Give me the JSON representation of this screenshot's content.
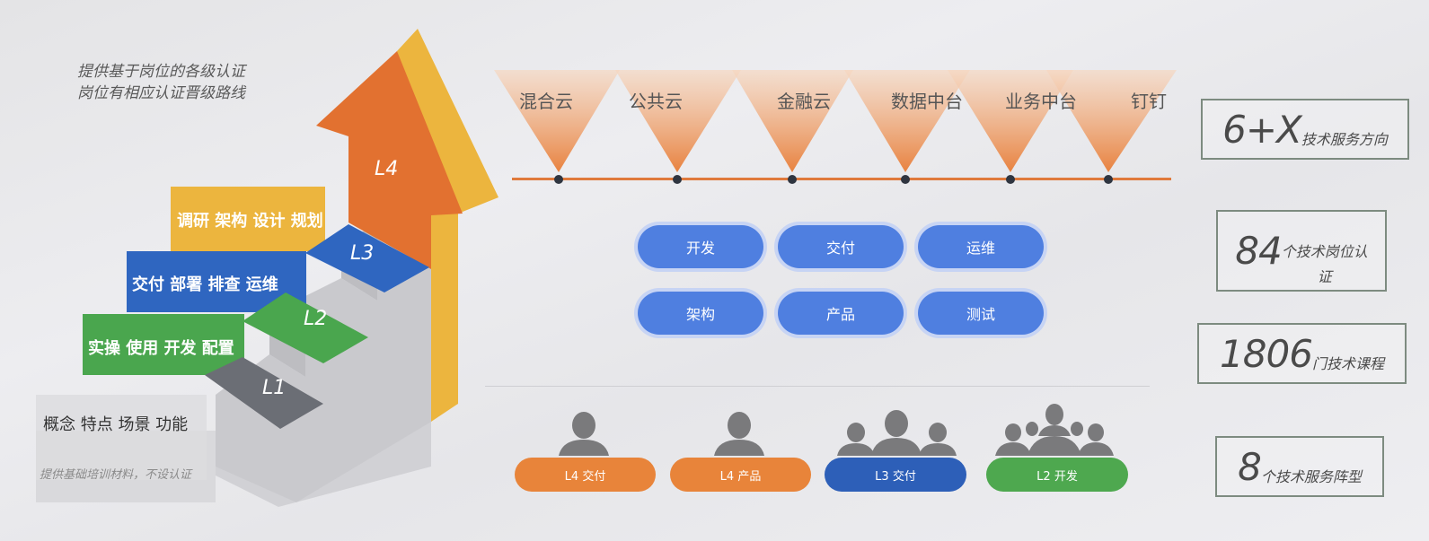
{
  "tagline": {
    "line1": "提供基于岗位的各级认证",
    "line2": "岗位有相应认证晋级路线"
  },
  "levels": [
    {
      "id": "L1",
      "label": "L1",
      "skills": "概念 特点 场景 功能",
      "note": "提供基础培训材料，不设认证",
      "color": "#6b6e75"
    },
    {
      "id": "L2",
      "label": "L2",
      "skills": "实操 使用 开发 配置",
      "color": "#4aa64e"
    },
    {
      "id": "L3",
      "label": "L3",
      "skills": "交付 部署 排查 运维",
      "color": "#2f66c0"
    },
    {
      "id": "L4",
      "label": "L4",
      "skills": "调研 架构 设计 规划",
      "color": "#e27130",
      "side_color": "#ecb53e"
    }
  ],
  "directions": {
    "items": [
      "混合云",
      "公共云",
      "金融云",
      "数据中台",
      "业务中台",
      "钉钉"
    ],
    "color": "#e8823f"
  },
  "roles": {
    "items": [
      "开发",
      "交付",
      "运维",
      "架构",
      "产品",
      "测试"
    ],
    "color": "#4f7fe0"
  },
  "teams": [
    {
      "label": "L4 交付",
      "color": "#e8843a",
      "people": 1
    },
    {
      "label": "L4 产品",
      "color": "#e8843a",
      "people": 1
    },
    {
      "label": "L3 交付",
      "color": "#2d5fb8",
      "people": 3
    },
    {
      "label": "L2 开发",
      "color": "#4ea84f",
      "people": 5
    }
  ],
  "stats": [
    {
      "number": "6+X",
      "unit": "技术服务方向"
    },
    {
      "number": "84",
      "unit": "个技术岗位认证"
    },
    {
      "number": "1806",
      "unit": "门技术课程"
    },
    {
      "number": "8",
      "unit": "个技术服务阵型"
    }
  ]
}
